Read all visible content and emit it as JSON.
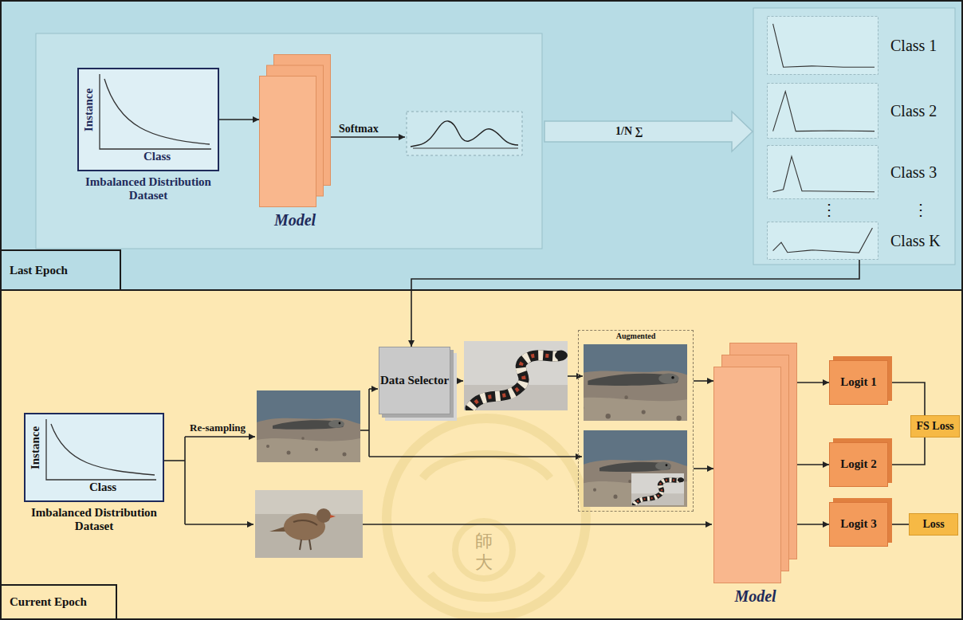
{
  "diagram": {
    "nodes": [
      {
        "text": [
          "Last Epoch"
        ]
      },
      {
        "text": [
          "Instance",
          "Class",
          "Imbalanced Distribution Dataset"
        ],
        "in": 0
      },
      {
        "text": [
          "Model"
        ],
        "in": 0
      },
      {
        "text": [
          "Class 1"
        ],
        "in": 0
      },
      {
        "text": [
          "Class 2"
        ],
        "in": 0
      },
      {
        "text": [
          "Class 3"
        ],
        "in": 0
      },
      {
        "text": [
          "Class K"
        ],
        "in": 0
      },
      {
        "text": [
          "Current Epoch"
        ]
      },
      {
        "text": [
          "Instance",
          "Class",
          "Imbalanced Distribution Dataset"
        ],
        "in": 7
      },
      {
        "text": [
          "Data Selector"
        ],
        "in": 7
      },
      {
        "text": [
          "Augmented"
        ],
        "in": 7
      },
      {
        "text": [
          "Model"
        ],
        "in": 7
      },
      {
        "text": [
          "Logit 1"
        ],
        "in": 7
      },
      {
        "text": [
          "Logit 2"
        ],
        "in": 7
      },
      {
        "text": [
          "Logit 3"
        ],
        "in": 7
      },
      {
        "text": [
          "FS Loss"
        ],
        "in": 7
      },
      {
        "text": [
          "Loss"
        ],
        "in": 7
      }
    ],
    "edges": [
      {
        "from": 1,
        "to": 2,
        "arrow": "to"
      },
      {
        "from": 6,
        "to": 9,
        "arrow": "to"
      },
      {
        "from": 10,
        "to": 11,
        "arrow": "to"
      },
      {
        "from": 10,
        "to": 11,
        "arrow": "to"
      },
      {
        "from": 11,
        "to": 12,
        "arrow": "to"
      },
      {
        "from": 11,
        "to": 13,
        "arrow": "to"
      },
      {
        "from": 11,
        "to": 14,
        "arrow": "to"
      },
      {
        "from": 12,
        "to": 15,
        "arrow": "none"
      },
      {
        "from": 13,
        "to": 15,
        "arrow": "none"
      },
      {
        "from": 14,
        "to": 16,
        "arrow": "none"
      }
    ],
    "labels": [
      "Softmax",
      "1/N ∑",
      "⋮",
      "⋮",
      "Re-sampling",
      "師",
      "大"
    ]
  }
}
